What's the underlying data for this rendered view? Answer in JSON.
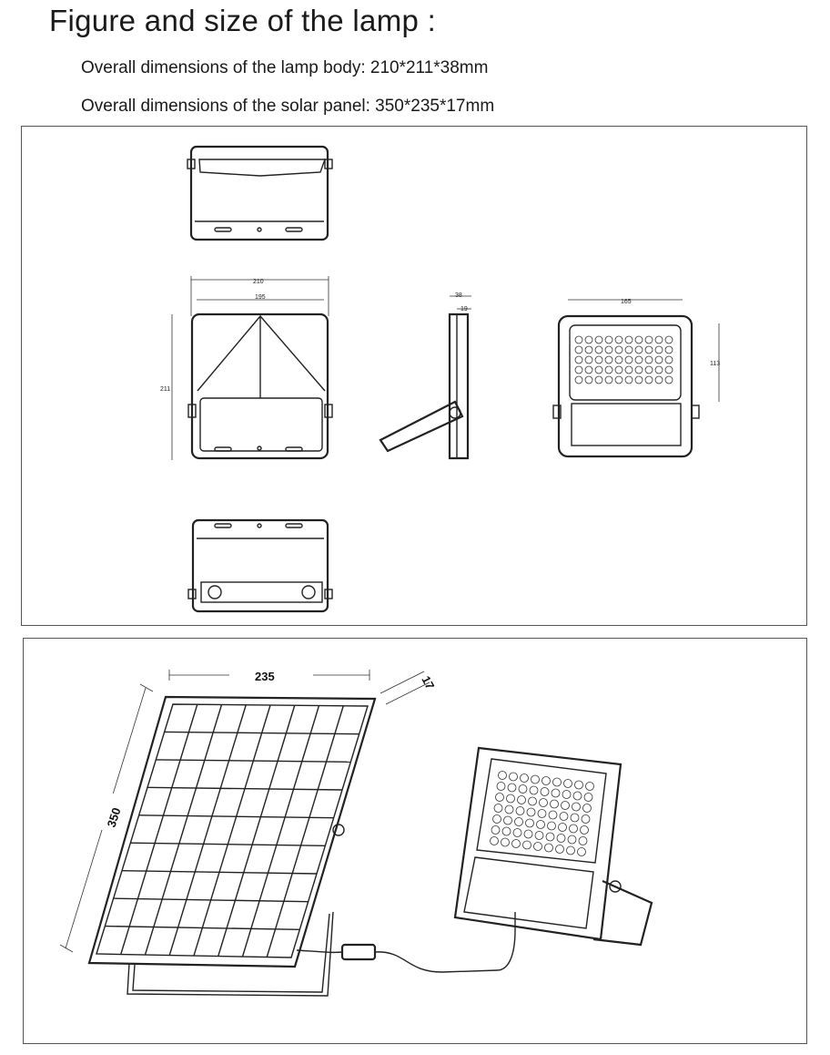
{
  "title": "Figure and size of the  lamp :",
  "specs": {
    "lamp_body": "Overall dimensions of the lamp body: 210*211*38mm",
    "solar_panel": "Overall dimensions of the solar panel: 350*235*17mm"
  },
  "drawing": {
    "front_width": "210",
    "front_inner_width": "195",
    "front_height": "211",
    "side_depth": "38",
    "side_inner_depth": "19",
    "back_width": "165",
    "back_height": "113"
  },
  "panel": {
    "width": "235",
    "thickness": "17",
    "height": "350"
  }
}
